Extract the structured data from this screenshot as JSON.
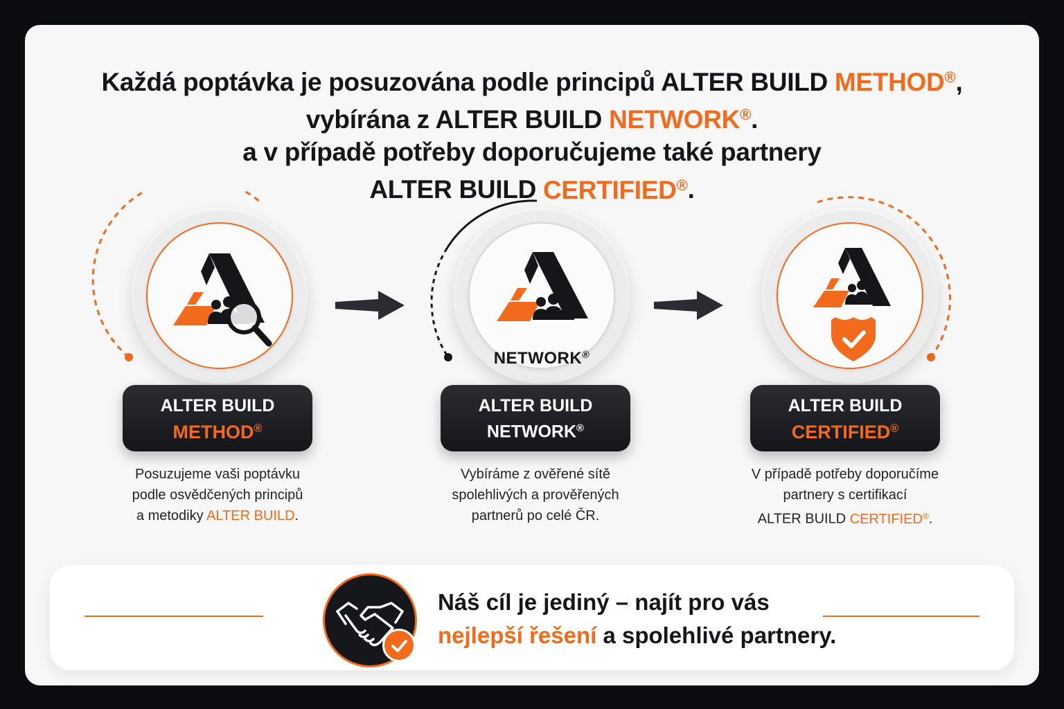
{
  "headline": {
    "line1_a": "Každá poptávka je posuzována podle principů ALTER BUILD ",
    "line1_b": "METHOD",
    "line1_c": ",",
    "line2_a": "vybírána z ALTER BUILD ",
    "line2_b": "NETWORK",
    "line2_c": ".",
    "line3": "a v případě potřeby doporučujeme také partnery",
    "line4_a": "ALTER BUILD ",
    "line4_b": "CERTIFIED",
    "line4_c": "."
  },
  "reg_mark": "®",
  "steps": [
    {
      "pill_top": "ALTER BUILD",
      "pill_bottom": "METHOD",
      "desc_lines": [
        "Posuzujeme vaši poptávku",
        "podle osvědčených principů"
      ],
      "desc_last_a": "a metodiky ",
      "desc_last_b": "ALTER BUILD",
      "desc_last_c": "."
    },
    {
      "badge_word": "NETWORK",
      "pill_top": "ALTER BUILD",
      "pill_bottom": "NETWORK",
      "desc_lines": [
        "Vybíráme z ověřené sítě",
        "spolehlivých a prověřených",
        "partnerů po celé ČR."
      ]
    },
    {
      "pill_top": "ALTER BUILD",
      "pill_bottom": "CERTIFIED",
      "desc_lines": [
        "V případě potřeby doporučíme",
        "partnery s certifikací"
      ],
      "desc_last_a": "ALTER BUILD ",
      "desc_last_b": "CERTIFIED",
      "desc_last_c": "."
    }
  ],
  "footer": {
    "line1": "Náš cíl je jediný – najít pro vás",
    "line2_a": "nejlepší řešení",
    "line2_b": " a spolehlivé partnery."
  },
  "colors": {
    "accent": "#f26a1b",
    "dark": "#15161a",
    "card": "#f7f7f7",
    "background": "#0b0c10"
  },
  "icons": [
    "magnifier-icon",
    "people-icon",
    "shield-check-icon",
    "handshake-icon",
    "check-icon",
    "arrow-right-icon"
  ]
}
